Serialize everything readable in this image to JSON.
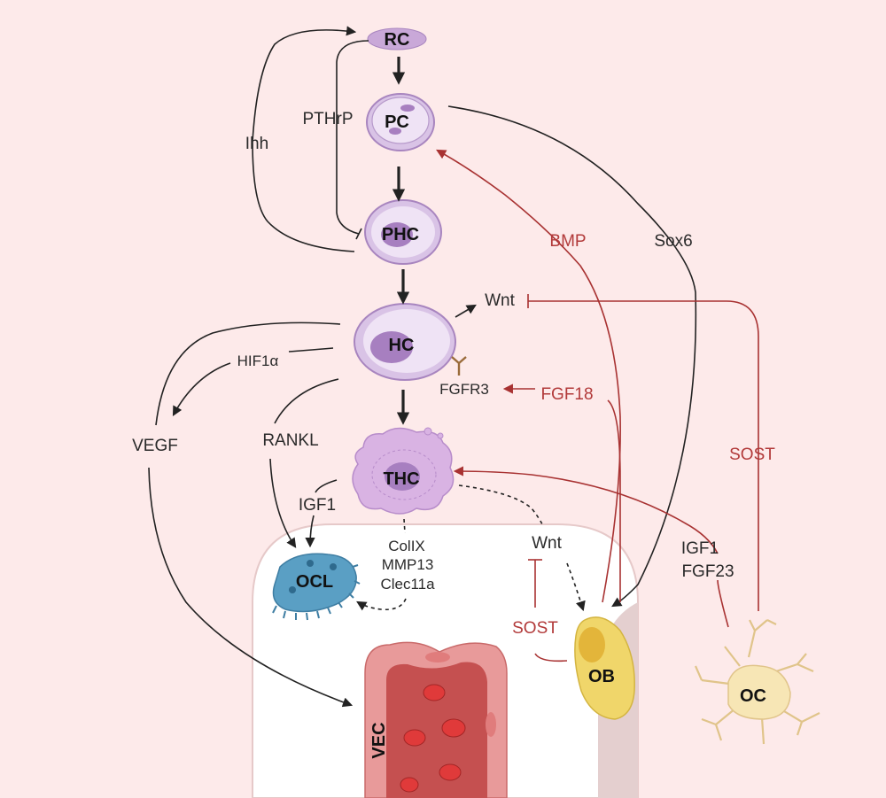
{
  "cells": {
    "rc": "RC",
    "pc": "PC",
    "phc": "PHC",
    "hc": "HC",
    "thc": "THC",
    "ocl": "OCL",
    "ob": "OB",
    "oc": "OC",
    "vec": "VEC"
  },
  "signals": {
    "ihh": "Ihh",
    "pthrp": "PTHrP",
    "bmp": "BMP",
    "sox6": "Sox6",
    "wnt_hc": "Wnt",
    "hif1a": "HIF1α",
    "vegf": "VEGF",
    "rankl": "RANKL",
    "fgfr3": "FGFR3",
    "fgf18": "FGF18",
    "sost_oc": "SOST",
    "igf1_thc": "IGF1",
    "collx": "ColIX",
    "mmp13": "MMP13",
    "clec11a": "Clec11a",
    "wnt_ob": "Wnt",
    "sost_ob": "SOST",
    "igf1_oc": "IGF1",
    "fgf23": "FGF23"
  },
  "colors": {
    "background": "#fdeaea",
    "activation": "#222222",
    "inhibition_red": "#a83232",
    "chondrocyte": "#d9c3e6",
    "osteoclast": "#5a9fc4",
    "osteoblast": "#f0d66a",
    "osteocyte": "#f7e6b5",
    "vessel": "#d96a6a"
  }
}
